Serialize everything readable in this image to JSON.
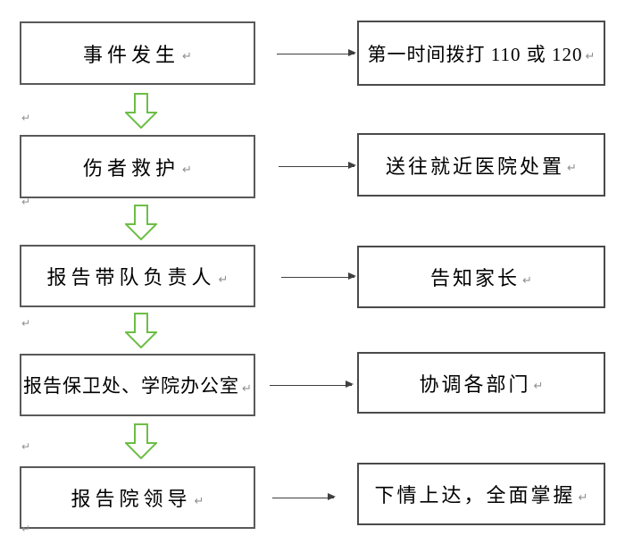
{
  "diagram": {
    "type": "flowchart",
    "rows": [
      {
        "left": "事件发生",
        "right": "第一时间拨打 110 或 120"
      },
      {
        "left": "伤者救护",
        "right": "送往就近医院处置"
      },
      {
        "left": "报告带队负责人",
        "right": "告知家长"
      },
      {
        "left": "报告保卫处、学院办公室",
        "right": "协调各部门"
      },
      {
        "left": "报告院领导",
        "right": "下情上达，全面掌握"
      }
    ],
    "marks": {
      "paragraph_glyph": "↵"
    },
    "colors": {
      "background": "#ffffff",
      "text": "#000000",
      "left_box_border": "#595959",
      "right_box_border": "#4a4a4a",
      "down_arrow_green": "#6CBE45",
      "connector_black": "#3f3f3f",
      "paragraph_mark": "#8f8f8f"
    }
  }
}
